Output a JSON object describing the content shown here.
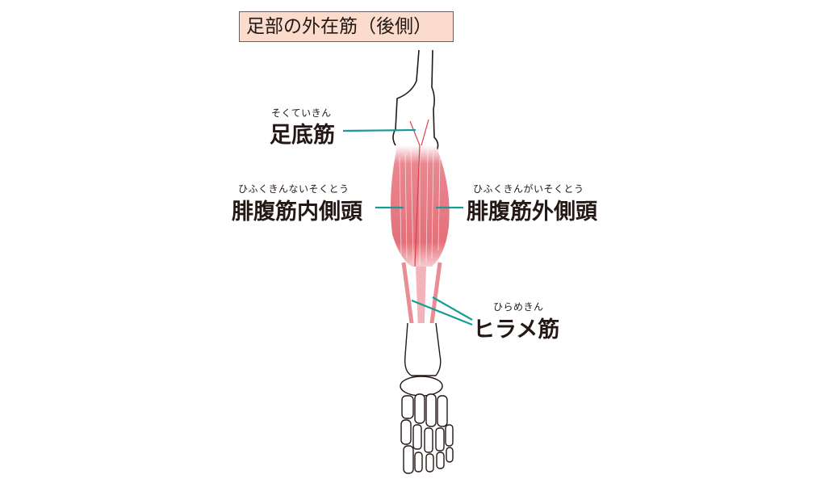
{
  "title": "足部の外在筋（後側）",
  "labels": {
    "plantaris": {
      "kanji": "足底筋",
      "furigana": "そくていきん"
    },
    "gastroc_medial": {
      "kanji": "腓腹筋内側頭",
      "furigana": "ひふくきんないそくとう"
    },
    "gastroc_lateral": {
      "kanji": "腓腹筋外側頭",
      "furigana": "ひふくきんがいそくとう"
    },
    "soleus": {
      "kanji": "ヒラメ筋",
      "furigana": "ひらめきん"
    }
  },
  "colors": {
    "leader": "#1a9a94",
    "muscle": "#e4707a",
    "title_bg": "#fbdccc"
  }
}
